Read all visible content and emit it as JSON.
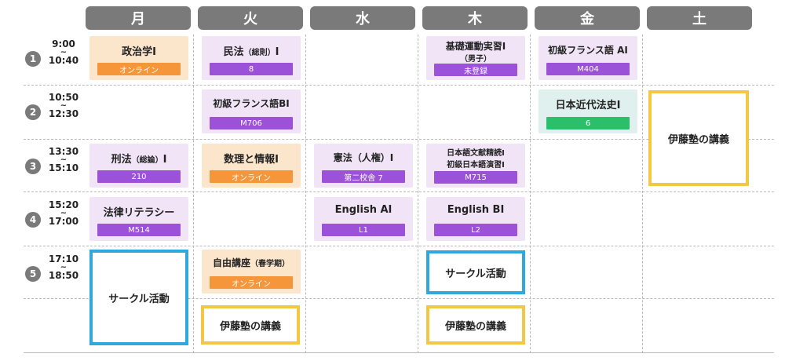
{
  "colors": {
    "header_bg": "#7a7a7a",
    "purple_card": "#f1e4f7",
    "orange_card": "#fbe6cc",
    "teal_card": "#dff0ef",
    "purple_room": "#9b52d9",
    "orange_room": "#f5963a",
    "green_room": "#2bbf6b",
    "circle_border": "#2fa8dc",
    "lecture_border": "#f2c744"
  },
  "days": [
    "月",
    "火",
    "水",
    "木",
    "金",
    "土"
  ],
  "periods": [
    {
      "num": "1",
      "start": "9:00",
      "sep": "~",
      "end": "10:40"
    },
    {
      "num": "2",
      "start": "10:50",
      "sep": "~",
      "end": "12:30"
    },
    {
      "num": "3",
      "start": "13:30",
      "sep": "~",
      "end": "15:10"
    },
    {
      "num": "4",
      "start": "15:20",
      "sep": "~",
      "end": "17:00"
    },
    {
      "num": "5",
      "start": "17:10",
      "sep": "~",
      "end": "18:50"
    }
  ],
  "courses": {
    "mon1": {
      "title": "政治学Ⅰ",
      "room": "オンライン"
    },
    "tue1": {
      "title_main": "民法",
      "title_sub": "（総則）",
      "title_end": "Ⅰ",
      "room": "8"
    },
    "thu1": {
      "title": "基礎運動実習Ⅰ",
      "title2": "（男子）",
      "room": "未登録"
    },
    "fri1": {
      "title": "初級フランス語 AⅠ",
      "room": "M404"
    },
    "tue2": {
      "title": "初級フランス語BⅠ",
      "room": "M706"
    },
    "fri2": {
      "title": "日本近代法史Ⅰ",
      "room": "6"
    },
    "mon3": {
      "title_main": "刑法",
      "title_sub": "（総論）",
      "title_end": "Ⅰ",
      "room": "210"
    },
    "tue3": {
      "title": "数理と情報Ⅰ",
      "room": "オンライン"
    },
    "wed3": {
      "title": "憲法（人権）Ⅰ",
      "room": "第二校舎 7"
    },
    "thu3": {
      "title": "日本語文献精読Ⅰ",
      "title2": "初級日本語演習Ⅰ",
      "room": "M715"
    },
    "mon4": {
      "title": "法律リテラシー",
      "room": "M514"
    },
    "wed4": {
      "title": "English AⅠ",
      "room": "L1"
    },
    "thu4": {
      "title": "English BⅠ",
      "room": "L2"
    },
    "tue5": {
      "title_main": "自由講座",
      "title_sub": "（春学期）",
      "room": "オンライン"
    }
  },
  "special": {
    "circle_mon": "サークル活動",
    "circle_thu": "サークル活動",
    "lecture_sat": "伊藤塾の講義",
    "lecture_tue": "伊藤塾の講義",
    "lecture_thu": "伊藤塾の講義"
  }
}
